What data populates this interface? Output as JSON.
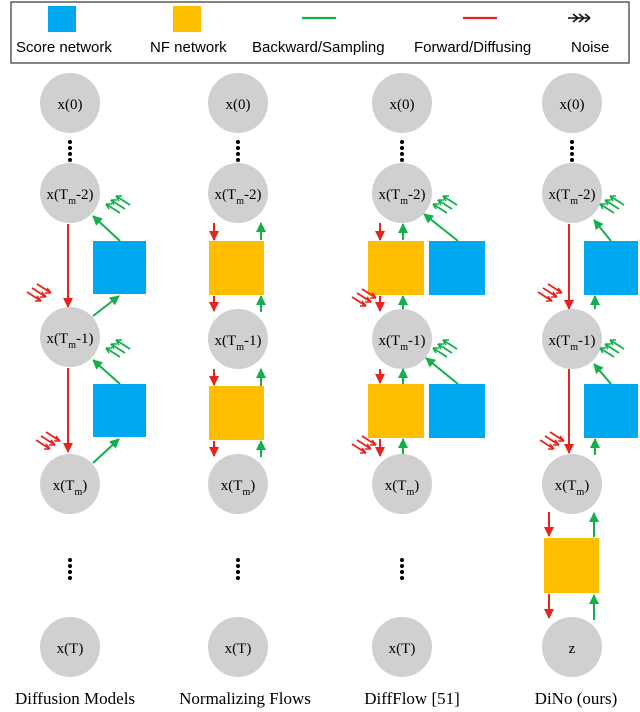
{
  "colors": {
    "score": "#00a8f0",
    "nf": "#ffbf00",
    "backward": "#11b04b",
    "forward": "#e8231e",
    "noise": "#111111",
    "node": "#d0d0d0"
  },
  "legend": {
    "score_label": "Score network",
    "nf_label": "NF network",
    "backward_label": "Backward/Sampling",
    "forward_label": "Forward/Diffusing",
    "noise_label": "Noise"
  },
  "nodes": {
    "x0": "x(0)",
    "xTm2_base": "x(T",
    "xTm2_sub": "m",
    "xTm2_tail": "-2)",
    "xTm1_base": "x(T",
    "xTm1_sub": "m",
    "xTm1_tail": "-1)",
    "xTm_base": "x(T",
    "xTm_sub": "m",
    "xTm_tail": ")",
    "xT": "x(T)",
    "z": "z"
  },
  "columns": {
    "diffusion": "Diffusion Models",
    "normalizing": "Normalizing Flows",
    "diffflow": "DiffFlow [51]",
    "dino": "DiNo (ours)"
  }
}
